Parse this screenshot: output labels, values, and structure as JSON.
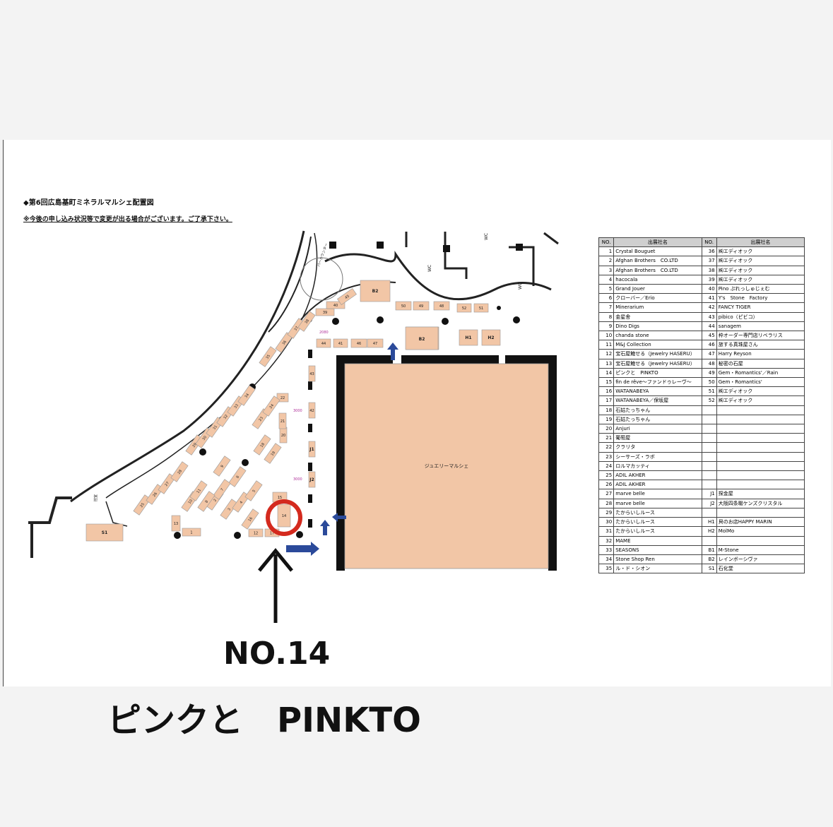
{
  "document": {
    "title": "◆第6回広島基町ミネラルマルシェ配置図",
    "notice": "※今後の申し込み状況等で変更が出る場合がございます。ご了承下さい。"
  },
  "map": {
    "hall_label": "ジュエリーマルシェ",
    "wc_label": "WC",
    "counter_label": "バーカウンター",
    "room_label": "控室",
    "measure_2080": "2080",
    "measure_3000": "3000",
    "booths": [
      "1",
      "2",
      "3",
      "4",
      "5",
      "6",
      "7",
      "8",
      "9",
      "10",
      "11",
      "12",
      "13",
      "14",
      "15",
      "16",
      "17",
      "18",
      "19",
      "20",
      "21",
      "22",
      "23",
      "24",
      "25",
      "26",
      "27",
      "28",
      "29",
      "30",
      "31",
      "32",
      "33",
      "34",
      "35",
      "36",
      "37",
      "38",
      "39",
      "40",
      "41",
      "42",
      "43",
      "44",
      "45",
      "46",
      "47",
      "48",
      "49",
      "50",
      "51",
      "52",
      "B2",
      "H1",
      "H2",
      "S1",
      "J1",
      "J2",
      "B1"
    ],
    "highlight_color": "#d42a1e",
    "booth_color": "#f2c6a6",
    "arrow_color": "#2b4a9a"
  },
  "table": {
    "headers": [
      "NO.",
      "出展社名",
      "NO.",
      "出展社名"
    ],
    "rows": [
      [
        "1",
        "Crystal Bouguet",
        "36",
        "㈱エディオック"
      ],
      [
        "2",
        "Afghan Brothers　CO.LTD",
        "37",
        "㈱エディオック"
      ],
      [
        "3",
        "Afghan Brothers　CO.LTD",
        "38",
        "㈱エディオック"
      ],
      [
        "4",
        "hacocala",
        "39",
        "㈱エディオック"
      ],
      [
        "5",
        "Grand Jouer",
        "40",
        "Pino ぷれっしゅじぇむ"
      ],
      [
        "6",
        "クローバー／Erio",
        "41",
        "Y's　Stone　Factory"
      ],
      [
        "7",
        "Minerarium",
        "42",
        "FANCY TIGER"
      ],
      [
        "8",
        "金星舎",
        "43",
        "pibico（ピビコ）"
      ],
      [
        "9",
        "Dino Digs",
        "44",
        "sanagem"
      ],
      [
        "10",
        "chanda stone",
        "45",
        "枠オーダー専門店リベラリス"
      ],
      [
        "11",
        "M&J Collection",
        "46",
        "旅する真珠屋さん"
      ],
      [
        "12",
        "宝石屋鮑せる（Jewelry HASERU）",
        "47",
        "Harry Reyson"
      ],
      [
        "13",
        "宝石屋鮑せる（Jewelry HASERU）",
        "48",
        "秘密の石屋"
      ],
      [
        "14",
        "ピンクと　PINKTO",
        "49",
        "Gem・Romantics'／Rain"
      ],
      [
        "15",
        "fin de rêve～ファンドゥレーヴ～",
        "50",
        "Gem・Romantics'"
      ],
      [
        "16",
        "WATANABEYA",
        "51",
        "㈱エディオック"
      ],
      [
        "17",
        "WATANABEYA／保坂屋",
        "52",
        "㈱エディオック"
      ],
      [
        "18",
        "石姑たっちゃん",
        "",
        ""
      ],
      [
        "19",
        "石姑たっちゃん",
        "",
        ""
      ],
      [
        "20",
        "Anjuri",
        "",
        ""
      ],
      [
        "21",
        "葡萄屋",
        "",
        ""
      ],
      [
        "22",
        "クラリタ",
        "",
        ""
      ],
      [
        "23",
        "シーサーズ・ラボ",
        "",
        ""
      ],
      [
        "24",
        "ロルマカッティ",
        "",
        ""
      ],
      [
        "25",
        "ADIL AKHER",
        "",
        ""
      ],
      [
        "26",
        "ADIL AKHER",
        "",
        ""
      ],
      [
        "27",
        "marve belle",
        "J1",
        "探金屋"
      ],
      [
        "28",
        "marve belle",
        "J2",
        "大阪四条畷ケンズクリスタル"
      ],
      [
        "29",
        "たからいしルース",
        "",
        ""
      ],
      [
        "30",
        "たからいしルース",
        "H1",
        "貝のお店HAPPY MARIN"
      ],
      [
        "31",
        "たからいしルース",
        "H2",
        "MolMo"
      ],
      [
        "32",
        "MAME",
        "",
        ""
      ],
      [
        "33",
        "SEASONS",
        "B1",
        "M-Stone"
      ],
      [
        "34",
        "Stone Shop Ren",
        "B2",
        "レインボーシヴァ"
      ],
      [
        "35",
        "ル・ド・シオン",
        "S1",
        "石化堂"
      ]
    ]
  },
  "caption": {
    "number": "NO.14",
    "name": "ピンクと　PINKTO"
  }
}
